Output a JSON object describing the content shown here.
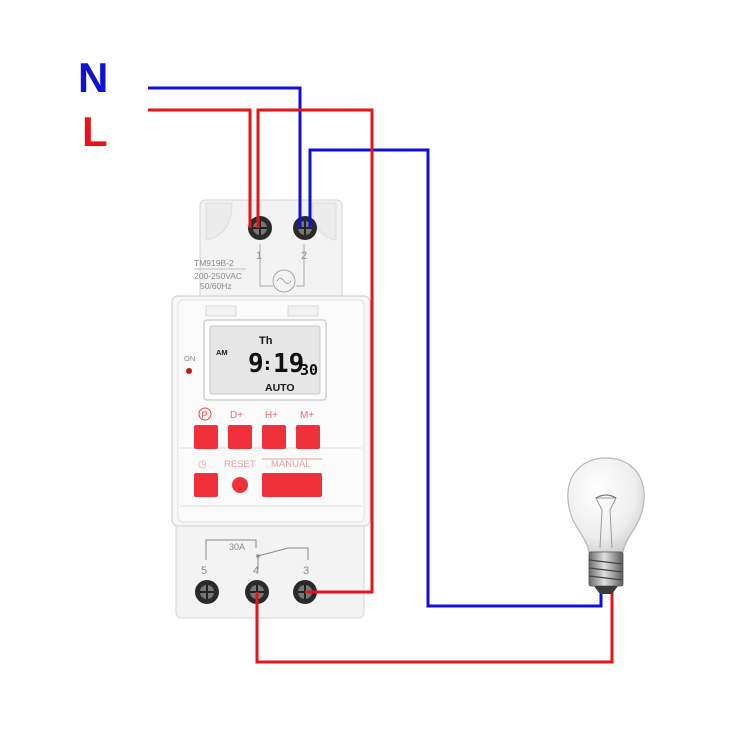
{
  "labels": {
    "neutral": "N",
    "live": "L"
  },
  "device": {
    "model": "TM919B-2",
    "voltage": "200-250VAC",
    "frequency": "50/60Hz",
    "top_terminals": [
      "1",
      "2"
    ],
    "bottom_terminals": [
      "5",
      "4",
      "3"
    ],
    "relay_rating": "30A",
    "on_label": "ON",
    "lcd": {
      "am_pm": "AM",
      "day": "Th",
      "hours": "9",
      "minutes": "19",
      "seconds": "30",
      "mode": "AUTO"
    },
    "buttons": {
      "program": "P",
      "day_plus": "D+",
      "hour_plus": "H+",
      "minute_plus": "M+",
      "reset": "RESET",
      "manual": "MANUAL"
    }
  },
  "colors": {
    "neutral_wire": "#1010d8",
    "live_wire": "#e8141c",
    "button": "#f0303a",
    "housing": "#f4f4f4",
    "lcd": "#e6e6e6"
  }
}
